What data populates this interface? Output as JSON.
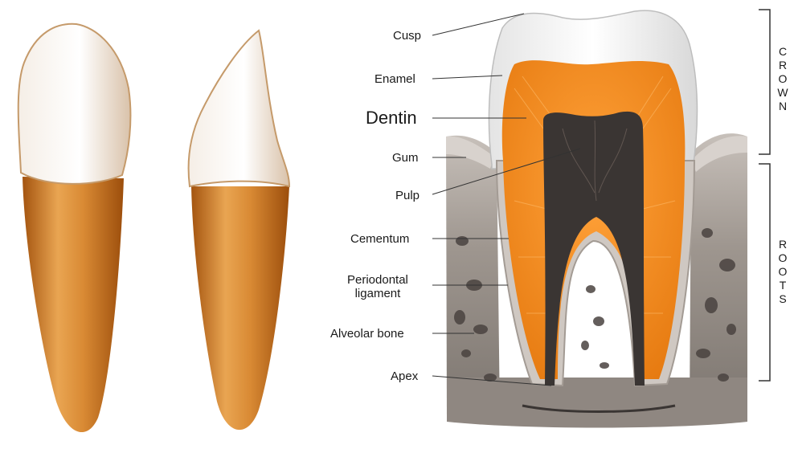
{
  "labels": {
    "cusp": "Cusp",
    "enamel": "Enamel",
    "dentin": "Dentin",
    "gum": "Gum",
    "pulp": "Pulp",
    "cementum": "Cementum",
    "periodontal_ligament_line1": "Periodontal",
    "periodontal_ligament_line2": "ligament",
    "alveolar_bone": "Alveolar bone",
    "apex": "Apex"
  },
  "brackets": {
    "crown": "CROWN",
    "roots": "ROOTS"
  },
  "colors": {
    "enamel": "#f2f2f2",
    "dentin": "#f08a1e",
    "pulp": "#3a3533",
    "bone": "#9a928c",
    "gum": "#c9c2bc",
    "root_tan": "#c87a2a"
  }
}
